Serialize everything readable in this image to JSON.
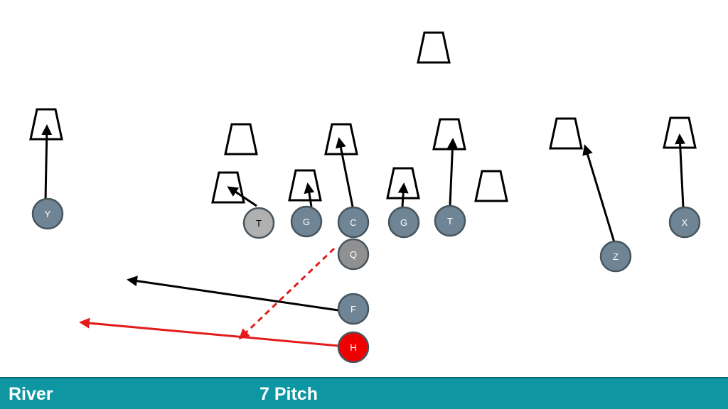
{
  "colors": {
    "default_player": "#6f8494",
    "light_player": "#b0b0b0",
    "mid_player": "#909090",
    "ball_carrier": "#ee0000",
    "route_red": "#e31b1b",
    "footer_bar": "#0e97a3"
  },
  "players": {
    "y": {
      "label": "Y"
    },
    "t_left": {
      "label": "T"
    },
    "g_left": {
      "label": "G"
    },
    "c": {
      "label": "C"
    },
    "g_right": {
      "label": "G"
    },
    "t_right": {
      "label": "T"
    },
    "x": {
      "label": "X"
    },
    "q": {
      "label": "Q"
    },
    "z": {
      "label": "Z"
    },
    "f": {
      "label": "F"
    },
    "h": {
      "label": "H"
    }
  },
  "footer": {
    "formation": "River",
    "play": "7 Pitch"
  }
}
